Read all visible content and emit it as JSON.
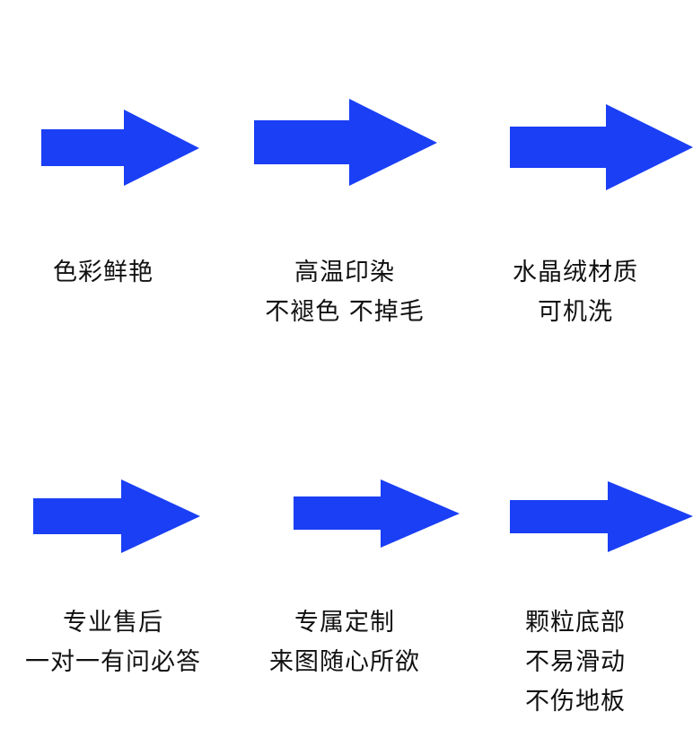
{
  "accent_color": "#1a3ff5",
  "features": [
    {
      "icon": "right-arrow-icon",
      "lines": [
        "色彩鲜艳"
      ]
    },
    {
      "icon": "right-arrow-icon",
      "lines": [
        "高温印染",
        "不褪色 不掉毛"
      ]
    },
    {
      "icon": "right-arrow-icon",
      "lines": [
        "水晶绒材质",
        "可机洗"
      ]
    },
    {
      "icon": "right-arrow-icon",
      "lines": [
        "专业售后",
        "一对一有问必答"
      ]
    },
    {
      "icon": "right-arrow-icon",
      "lines": [
        "专属定制",
        "来图随心所欲"
      ]
    },
    {
      "icon": "right-arrow-icon",
      "lines": [
        "颗粒底部",
        "不易滑动",
        "不伤地板"
      ]
    }
  ]
}
